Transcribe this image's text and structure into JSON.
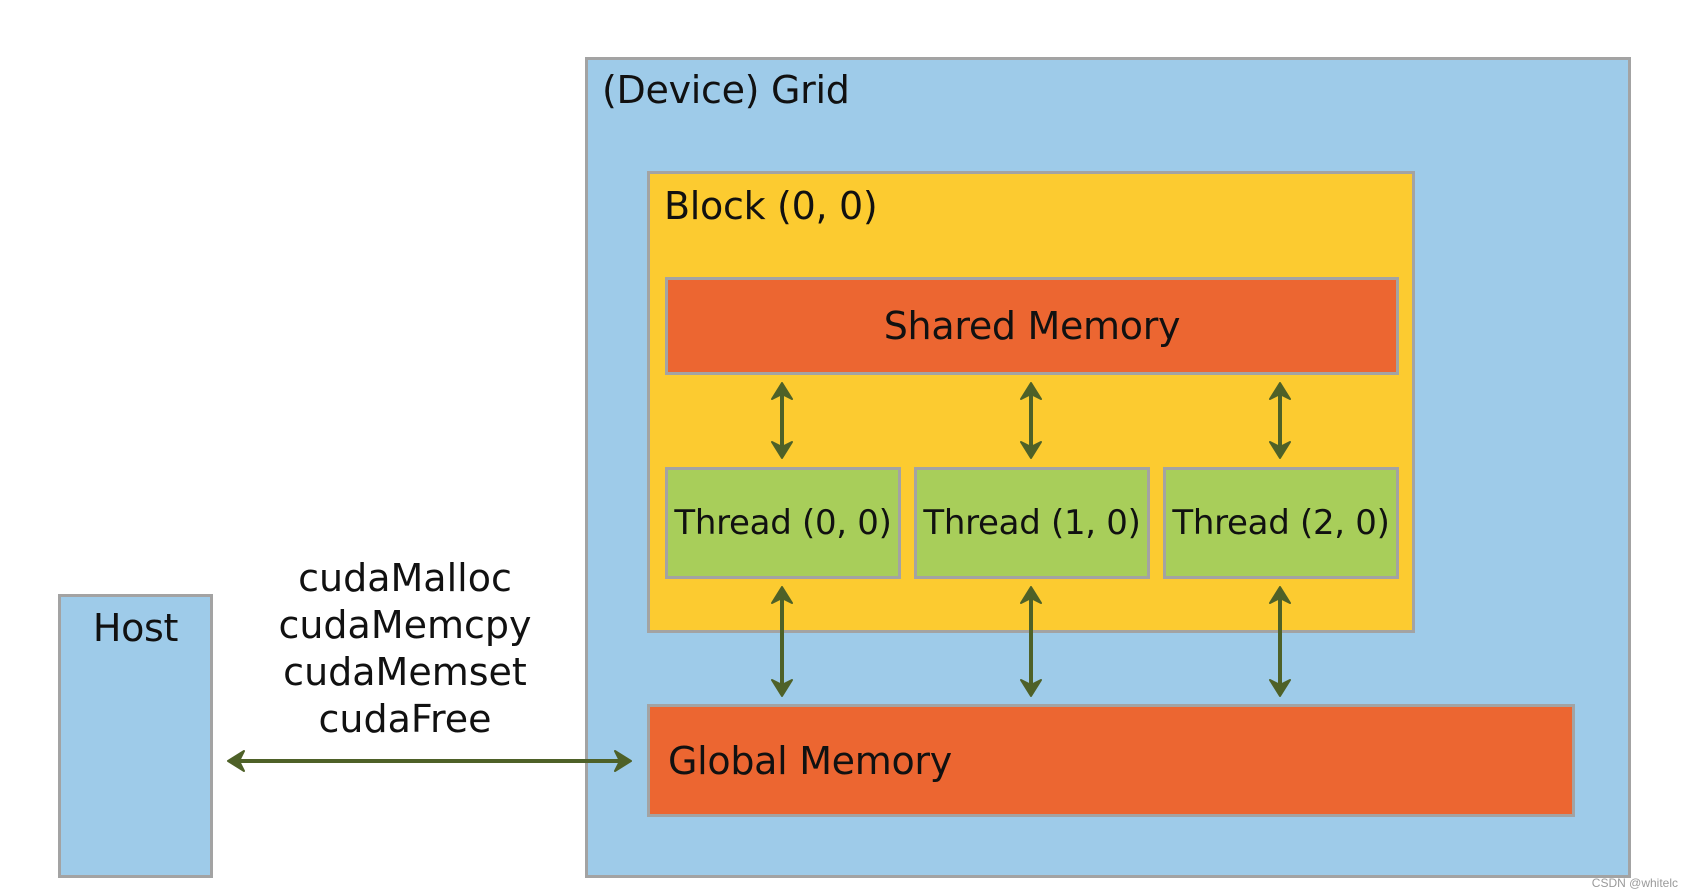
{
  "colors": {
    "grid_fill": "#9ecbe9",
    "block_fill": "#fccb30",
    "memory_fill": "#ec6631",
    "thread_fill": "#a8ce5a",
    "border": "#a3a3a3",
    "arrow": "#4e6128"
  },
  "grid": {
    "title": "(Device) Grid"
  },
  "block": {
    "title": "Block (0, 0)"
  },
  "shared_memory": {
    "label": "Shared Memory"
  },
  "threads": [
    {
      "label": "Thread (0, 0)"
    },
    {
      "label": "Thread (1, 0)"
    },
    {
      "label": "Thread (2, 0)"
    }
  ],
  "global_memory": {
    "label": "Global Memory"
  },
  "host": {
    "label": "Host"
  },
  "host_device_api": [
    "cudaMalloc",
    "cudaMemcpy",
    "cudaMemset",
    "cudaFree"
  ],
  "watermark": "CSDN @whitelc"
}
